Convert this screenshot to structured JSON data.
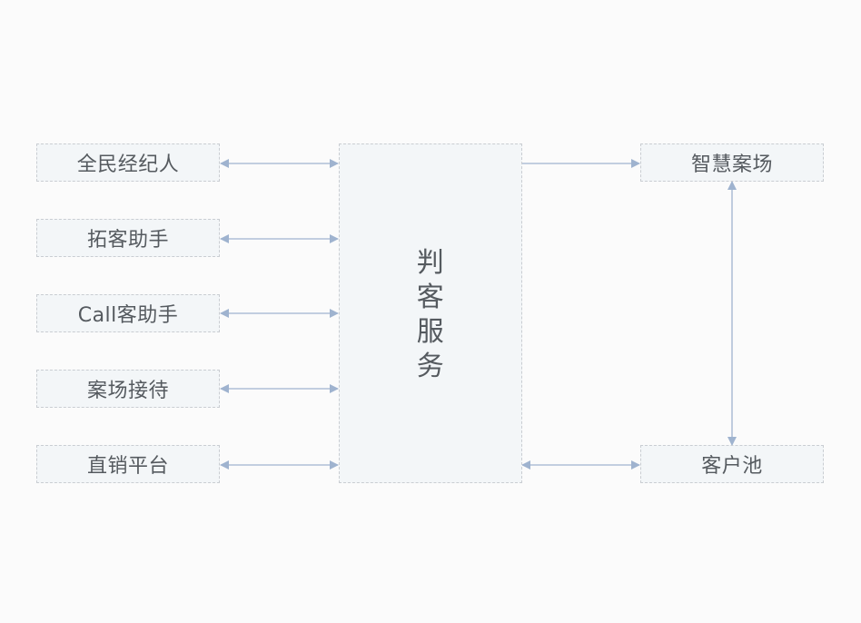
{
  "left_nodes": [
    {
      "label": "全民经纪人"
    },
    {
      "label": "拓客助手"
    },
    {
      "label": "Call客助手"
    },
    {
      "label": "案场接待"
    },
    {
      "label": "直销平台"
    }
  ],
  "center_node": {
    "chars": [
      "判",
      "客",
      "服",
      "务"
    ]
  },
  "right_nodes": {
    "top": {
      "label": "智慧案场"
    },
    "bottom": {
      "label": "客户池"
    }
  },
  "colors": {
    "arrow": "#9fb3cf",
    "box_border": "#c9cdd2",
    "box_fill": "#f3f6f8",
    "text": "#555a5f"
  }
}
